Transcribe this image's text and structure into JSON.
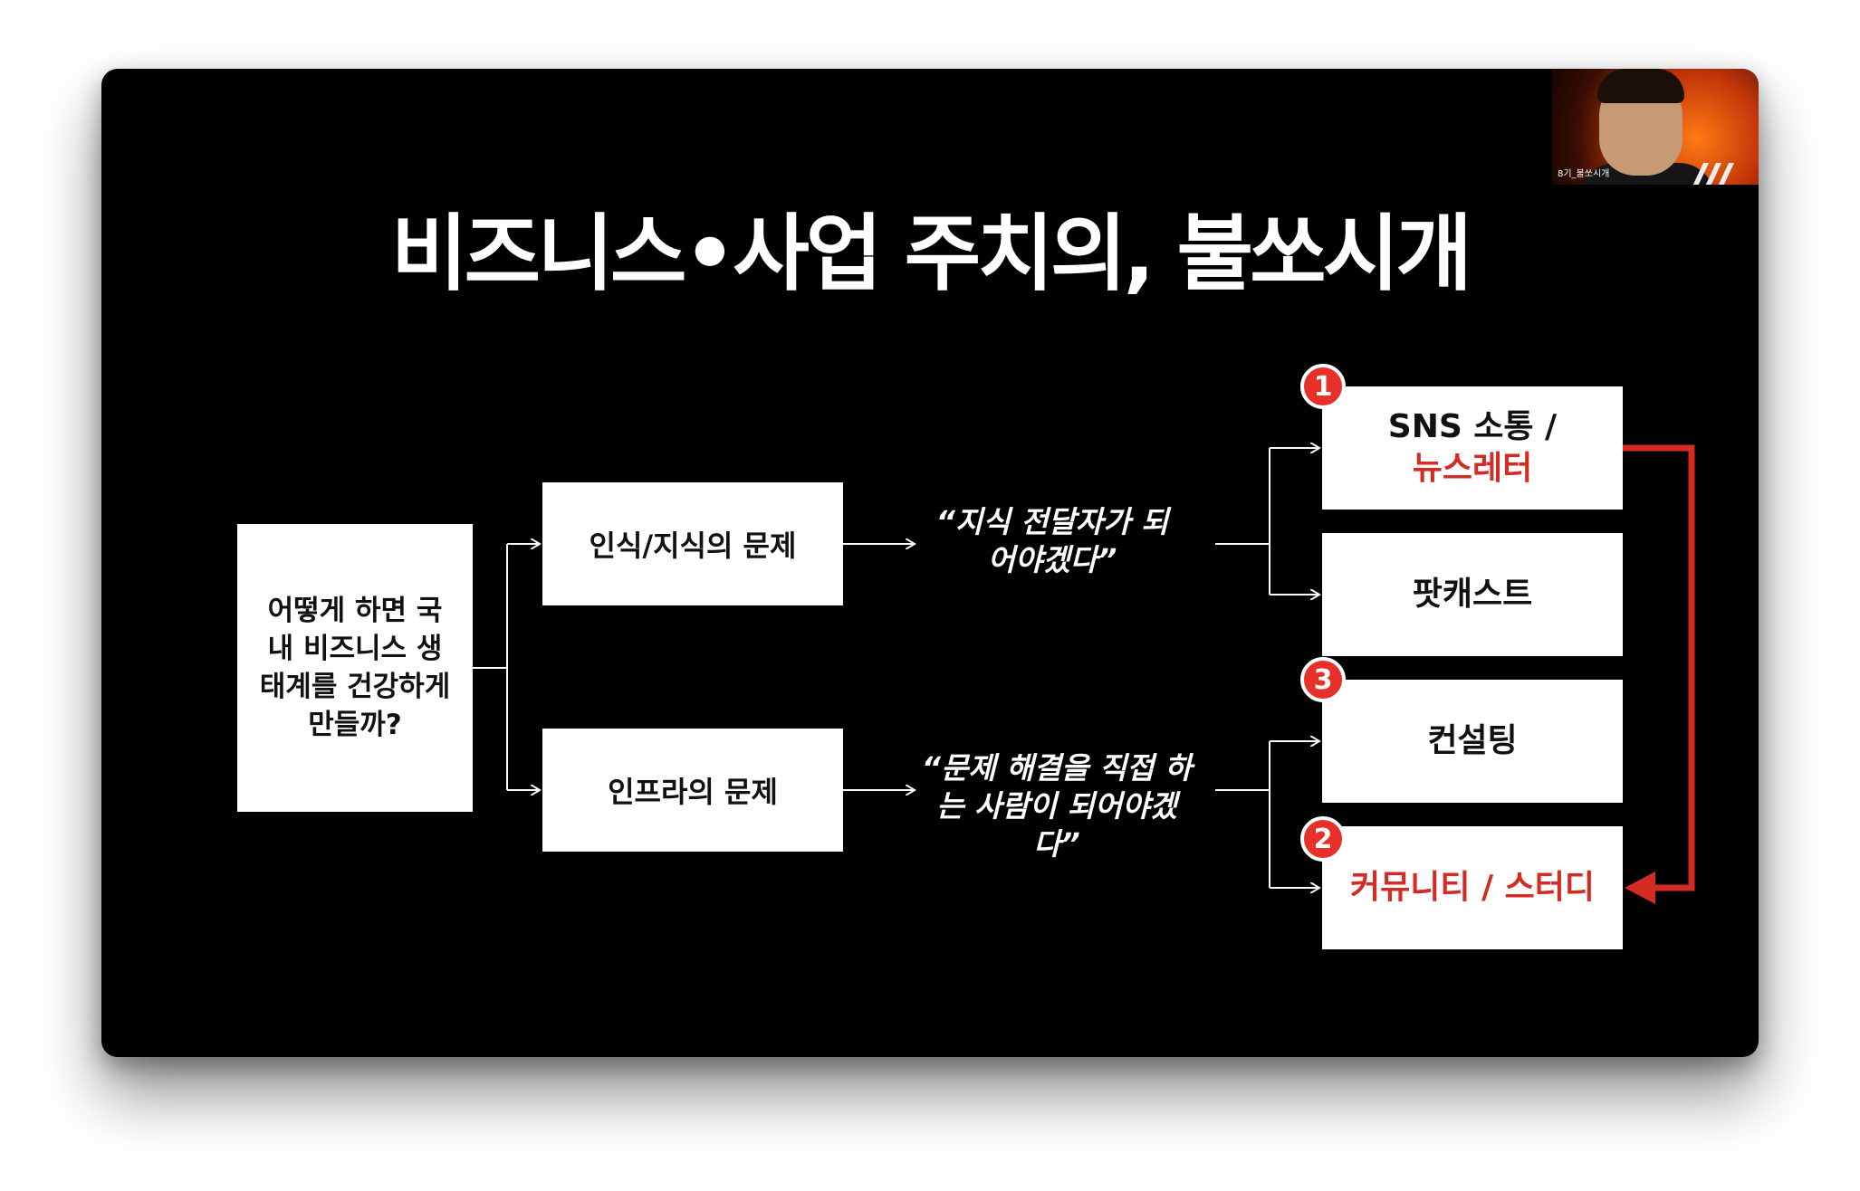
{
  "slide": {
    "title": "비즈니스•사업 주치의, 불쏘시개",
    "question": "어떻게 하면 국내 비즈니스 생태계를 건강하게 만들까?",
    "problem_1": "인식/지식의 문제",
    "problem_2": "인프라의 문제",
    "quote_1": "“지식 전달자가 되어야겠다”",
    "quote_2": "“문제 해결을 직접 하는 사람이 되어야겠다”",
    "result_1_line1": "SNS 소통 /",
    "result_1_line2": "뉴스레터",
    "result_2": "팟캐스트",
    "result_3": "컨설팅",
    "result_4": "커뮤니티 / 스터디",
    "badge_1": "1",
    "badge_2": "2",
    "badge_3": "3"
  },
  "webcam": {
    "label": "8기_불쏘시개"
  },
  "colors": {
    "accent_red": "#d42b24",
    "slide_background": "#000000"
  }
}
